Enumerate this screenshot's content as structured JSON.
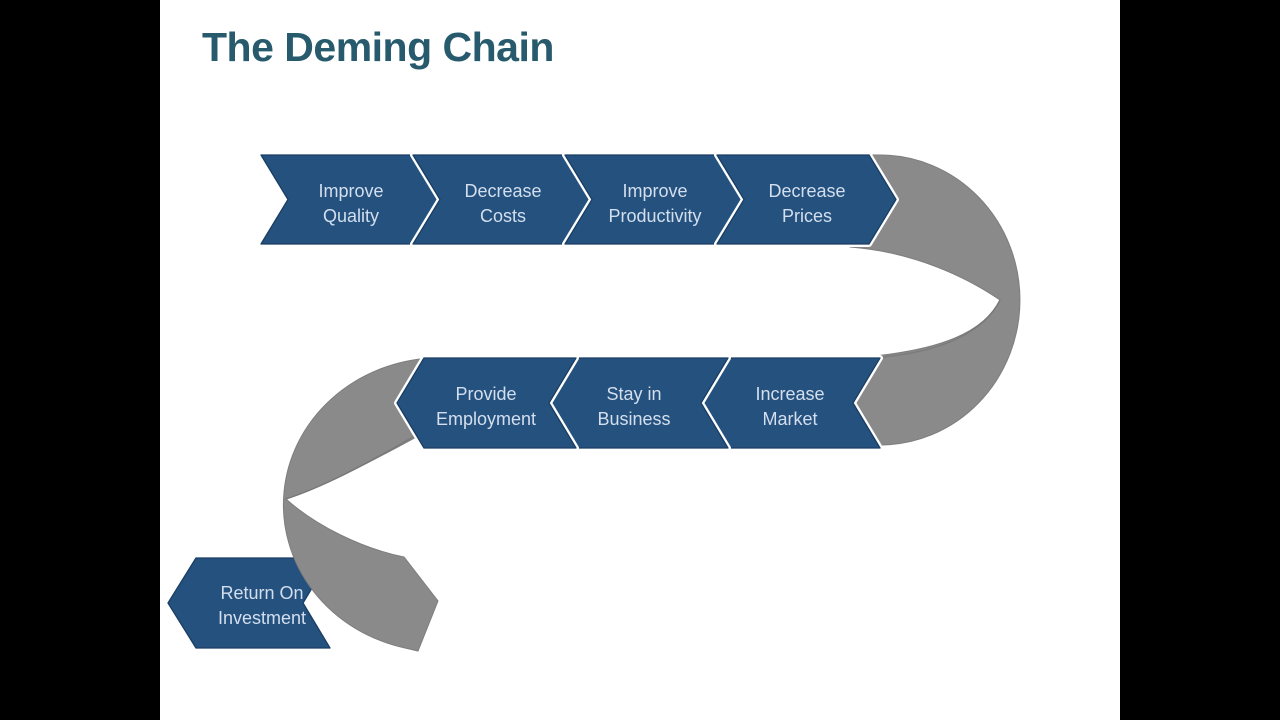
{
  "slide": {
    "title": "The Deming Chain"
  },
  "colors": {
    "chevron_fill": "#25517E",
    "chevron_edge": "#1A3E63",
    "ribbon_gray": "#8A8A8A",
    "ribbon_edge": "#7E7E7E",
    "label_text": "#D3DFEE",
    "title_text": "#265A6C",
    "letterbox": "#000000",
    "slide_bg": "#FFFFFF"
  },
  "chain": {
    "row1": [
      {
        "lines": [
          "Improve",
          "Quality"
        ]
      },
      {
        "lines": [
          "Decrease",
          "Costs"
        ]
      },
      {
        "lines": [
          "Improve",
          "Productivity"
        ]
      },
      {
        "lines": [
          "Decrease",
          "Prices"
        ]
      }
    ],
    "row2": [
      {
        "lines": [
          "Provide",
          "Employment"
        ]
      },
      {
        "lines": [
          "Stay in",
          "Business"
        ]
      },
      {
        "lines": [
          "Increase",
          "Market"
        ]
      }
    ],
    "end": {
      "lines": [
        "Return On",
        "Investment"
      ]
    }
  }
}
